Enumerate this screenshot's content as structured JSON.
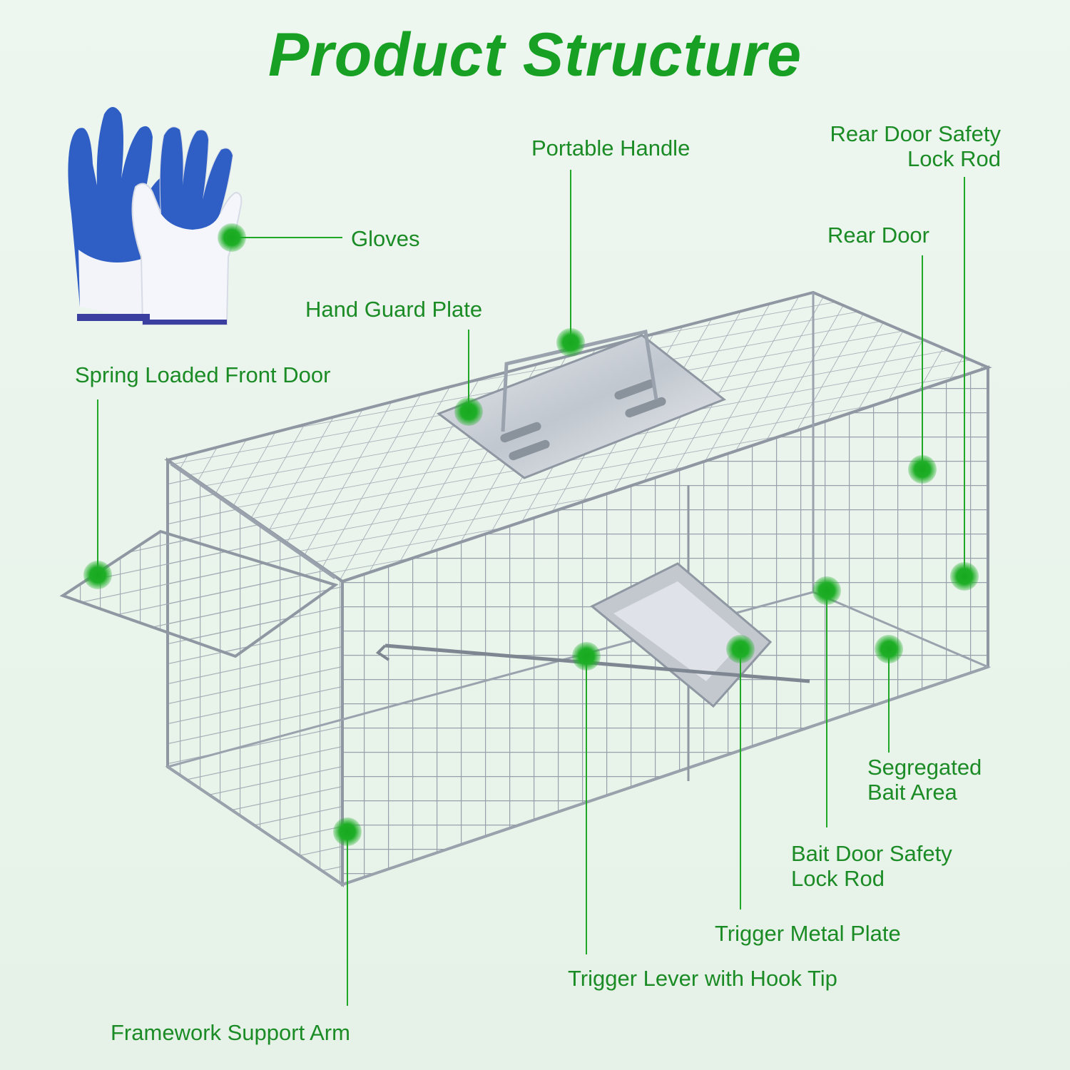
{
  "title": "Product Structure",
  "labels": {
    "portable_handle": "Portable Handle",
    "rear_door_safety_lock_rod_1": "Rear Door Safety",
    "rear_door_safety_lock_rod_2": "Lock Rod",
    "gloves": "Gloves",
    "rear_door": "Rear Door",
    "hand_guard_plate": "Hand Guard Plate",
    "spring_loaded_front_door": "Spring Loaded Front Door",
    "segregated_bait_area_1": "Segregated",
    "segregated_bait_area_2": "Bait Area",
    "bait_door_safety_lock_rod_1": "Bait Door Safety",
    "bait_door_safety_lock_rod_2": "Lock Rod",
    "trigger_metal_plate": "Trigger Metal Plate",
    "trigger_lever_with_hook_tip": "Trigger Lever with Hook Tip",
    "framework_support_arm": "Framework Support Arm"
  },
  "colors": {
    "accent": "#18a024",
    "label": "#1b8c25",
    "glove_blue": "#2f5fc4",
    "glove_white": "#f4f6fb",
    "wire": "#9aa2ad"
  },
  "icons": [
    "gloves-icon",
    "cage-trap-illustration"
  ]
}
